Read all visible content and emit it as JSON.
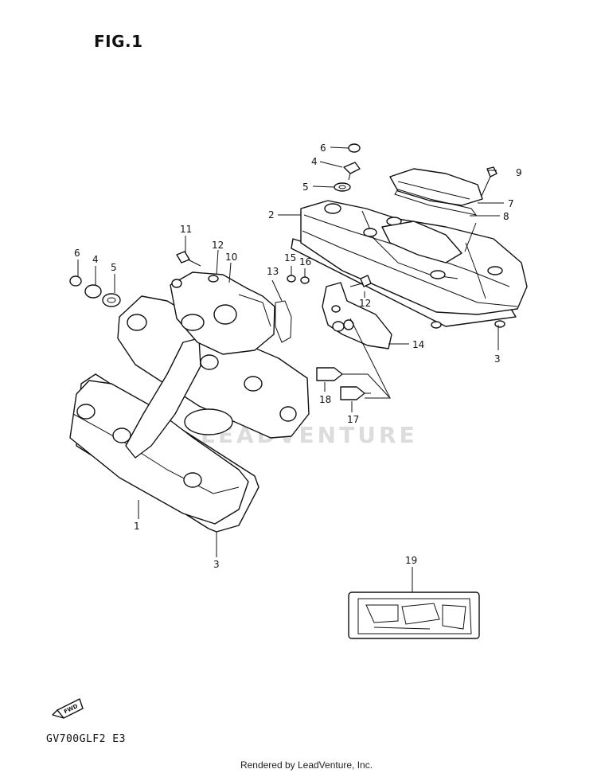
{
  "figure": {
    "title": "FIG.1",
    "model_code": "GV700GLF2  E3",
    "footer": "Rendered by LeadVenture, Inc.",
    "watermark": "LEADVENTURE",
    "fwd_label": "FWD"
  },
  "callouts": [
    {
      "id": "c1",
      "label": "1"
    },
    {
      "id": "c2",
      "label": "2"
    },
    {
      "id": "c3a",
      "label": "3"
    },
    {
      "id": "c3b",
      "label": "3"
    },
    {
      "id": "c4a",
      "label": "4"
    },
    {
      "id": "c4b",
      "label": "4"
    },
    {
      "id": "c5a",
      "label": "5"
    },
    {
      "id": "c5b",
      "label": "5"
    },
    {
      "id": "c6a",
      "label": "6"
    },
    {
      "id": "c6b",
      "label": "6"
    },
    {
      "id": "c7",
      "label": "7"
    },
    {
      "id": "c8",
      "label": "8"
    },
    {
      "id": "c9",
      "label": "9"
    },
    {
      "id": "c10",
      "label": "10"
    },
    {
      "id": "c11",
      "label": "11"
    },
    {
      "id": "c12a",
      "label": "12"
    },
    {
      "id": "c12b",
      "label": "12"
    },
    {
      "id": "c13",
      "label": "13"
    },
    {
      "id": "c14",
      "label": "14"
    },
    {
      "id": "c15",
      "label": "15"
    },
    {
      "id": "c16",
      "label": "16"
    },
    {
      "id": "c17",
      "label": "17"
    },
    {
      "id": "c18",
      "label": "18"
    },
    {
      "id": "c19",
      "label": "19"
    }
  ]
}
